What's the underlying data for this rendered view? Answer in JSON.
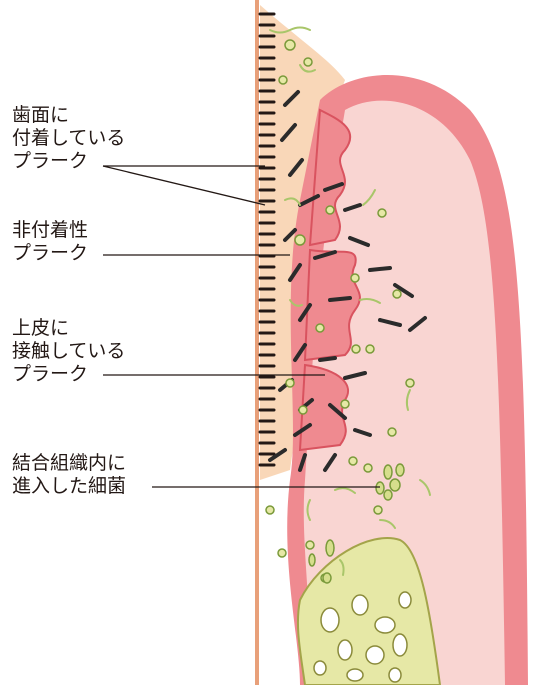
{
  "labels": {
    "tooth_attached": [
      "歯面に",
      "付着している",
      "プラーク"
    ],
    "unattached": [
      "非付着性",
      "プラーク"
    ],
    "epithelium_contact": [
      "上皮に",
      "接触している",
      "プラーク"
    ],
    "tissue_invading": [
      "結合組織内に",
      "進入した細菌"
    ]
  },
  "colors": {
    "gum_outer": "#ef8a90",
    "gum_inner": "#f9d5d2",
    "gum_edge": "#d9535f",
    "plaque_zone": "#f9d7b8",
    "tooth_line": "#e8a07a",
    "bone_fill": "#e6e8a6",
    "bacteria_green": "#a9c66a",
    "bacteria_dark": "#2b2b2b",
    "leader_line": "#231815"
  }
}
